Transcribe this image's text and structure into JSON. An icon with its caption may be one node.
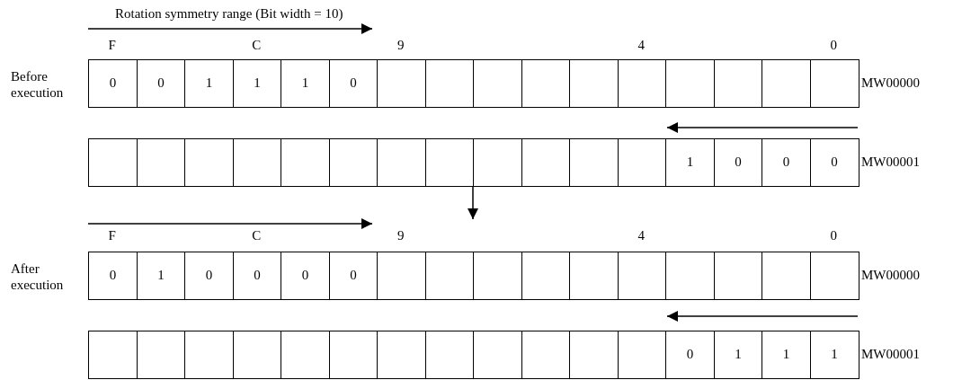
{
  "diagram": {
    "nodes": [
      {
        "text": [
          "0"
        ]
      },
      {
        "text": [
          "0"
        ]
      },
      {
        "text": [
          "1"
        ]
      },
      {
        "text": [
          "1"
        ]
      },
      {
        "text": [
          "1"
        ]
      },
      {
        "text": [
          "0"
        ]
      },
      {
        "text": [],
        "shape": "box"
      },
      {
        "text": [],
        "shape": "box"
      },
      {
        "text": [],
        "shape": "box"
      },
      {
        "text": [],
        "shape": "box"
      },
      {
        "text": [],
        "shape": "box"
      },
      {
        "text": [],
        "shape": "box"
      },
      {
        "text": [],
        "shape": "box"
      },
      {
        "text": [],
        "shape": "box"
      },
      {
        "text": [],
        "shape": "box"
      },
      {
        "text": [],
        "shape": "box"
      },
      {
        "text": [],
        "shape": "box"
      },
      {
        "text": [],
        "shape": "box"
      },
      {
        "text": [],
        "shape": "box"
      },
      {
        "text": [],
        "shape": "box"
      },
      {
        "text": [],
        "shape": "box"
      },
      {
        "text": [],
        "shape": "box"
      },
      {
        "text": [],
        "shape": "box"
      },
      {
        "text": [],
        "shape": "box"
      },
      {
        "text": [],
        "shape": "box"
      },
      {
        "text": [],
        "shape": "box"
      },
      {
        "text": [],
        "shape": "box"
      },
      {
        "text": [],
        "shape": "box"
      },
      {
        "text": [
          "1"
        ]
      },
      {
        "text": [
          "0"
        ]
      },
      {
        "text": [
          "0"
        ]
      },
      {
        "text": [
          "0"
        ]
      },
      {
        "text": [
          "0"
        ]
      },
      {
        "text": [
          "1"
        ]
      },
      {
        "text": [
          "0"
        ]
      },
      {
        "text": [
          "0"
        ]
      },
      {
        "text": [
          "0"
        ]
      },
      {
        "text": [
          "0"
        ]
      },
      {
        "text": [],
        "shape": "box"
      },
      {
        "text": [],
        "shape": "box"
      },
      {
        "text": [],
        "shape": "box"
      },
      {
        "text": [],
        "shape": "box"
      },
      {
        "text": [],
        "shape": "box"
      },
      {
        "text": [],
        "shape": "box"
      },
      {
        "text": [],
        "shape": "box"
      },
      {
        "text": [],
        "shape": "box"
      },
      {
        "text": [],
        "shape": "box"
      },
      {
        "text": [],
        "shape": "box"
      },
      {
        "text": [],
        "shape": "box"
      },
      {
        "text": [],
        "shape": "box"
      },
      {
        "text": [],
        "shape": "box"
      },
      {
        "text": [],
        "shape": "box"
      },
      {
        "text": [],
        "shape": "box"
      },
      {
        "text": [],
        "shape": "box"
      },
      {
        "text": [],
        "shape": "box"
      },
      {
        "text": [],
        "shape": "box"
      },
      {
        "text": [],
        "shape": "box"
      },
      {
        "text": [],
        "shape": "box"
      },
      {
        "text": [],
        "shape": "box"
      },
      {
        "text": [],
        "shape": "box"
      },
      {
        "text": [
          "0"
        ]
      },
      {
        "text": [
          "1"
        ]
      },
      {
        "text": [
          "1"
        ]
      },
      {
        "text": [
          "1"
        ]
      }
    ],
    "labels": [
      "Rotation symmetry range (Bit width = 10)",
      "F",
      "C",
      "9",
      "4",
      "0",
      "Before execution",
      "MW00000",
      "MW00001",
      "F",
      "C",
      "9",
      "4",
      "0",
      "After execution",
      "MW00000",
      "MW00001"
    ]
  }
}
